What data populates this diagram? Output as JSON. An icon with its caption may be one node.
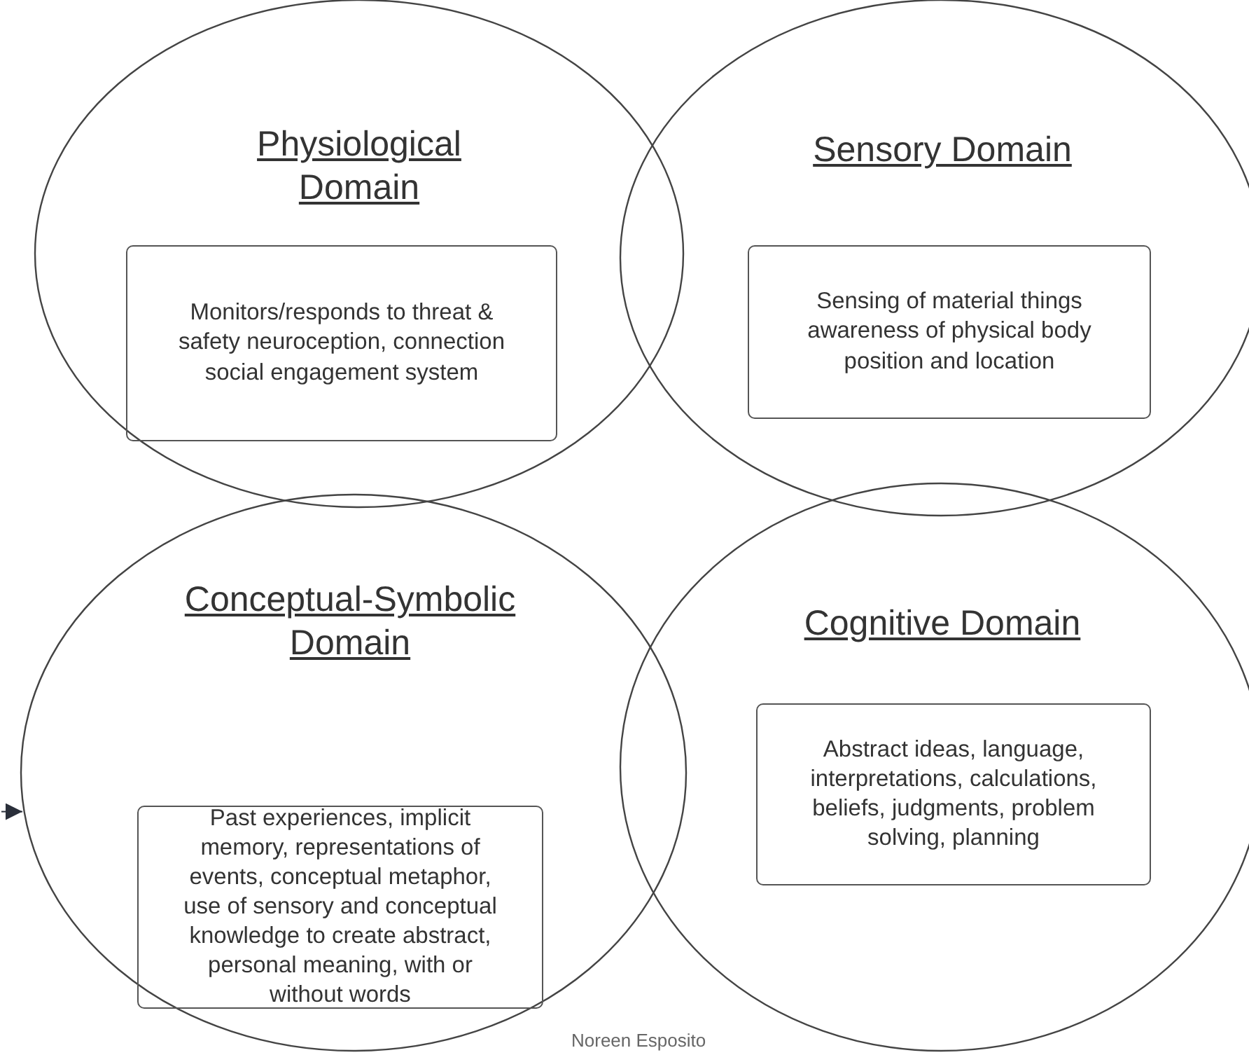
{
  "diagram": {
    "nodes": [
      {
        "text": [
          "Physiological Domain"
        ]
      },
      {
        "text": [
          "Monitors/responds to threat & safety neuroception, connection social engagement system"
        ],
        "in": 0
      },
      {
        "text": [
          "Sensory Domain"
        ]
      },
      {
        "text": [
          "Sensing of material things awareness of physical body position and location"
        ],
        "in": 2
      },
      {
        "text": [
          "Conceptual-Symbolic Domain"
        ]
      },
      {
        "text": [
          "Past experiences, implicit memory, representations of events, conceptual metaphor, use of sensory and conceptual knowledge to create abstract, personal meaning, with or without words"
        ],
        "in": 4
      },
      {
        "text": [
          "Cognitive Domain"
        ]
      },
      {
        "text": [
          "Abstract ideas, language, interpretations, calculations, beliefs, judgments, problem solving, planning"
        ],
        "in": 6
      }
    ],
    "edges": [
      {
        "from": null,
        "to": 4,
        "arrow": "to"
      }
    ],
    "labels": [
      "Noreen Esposito"
    ]
  }
}
